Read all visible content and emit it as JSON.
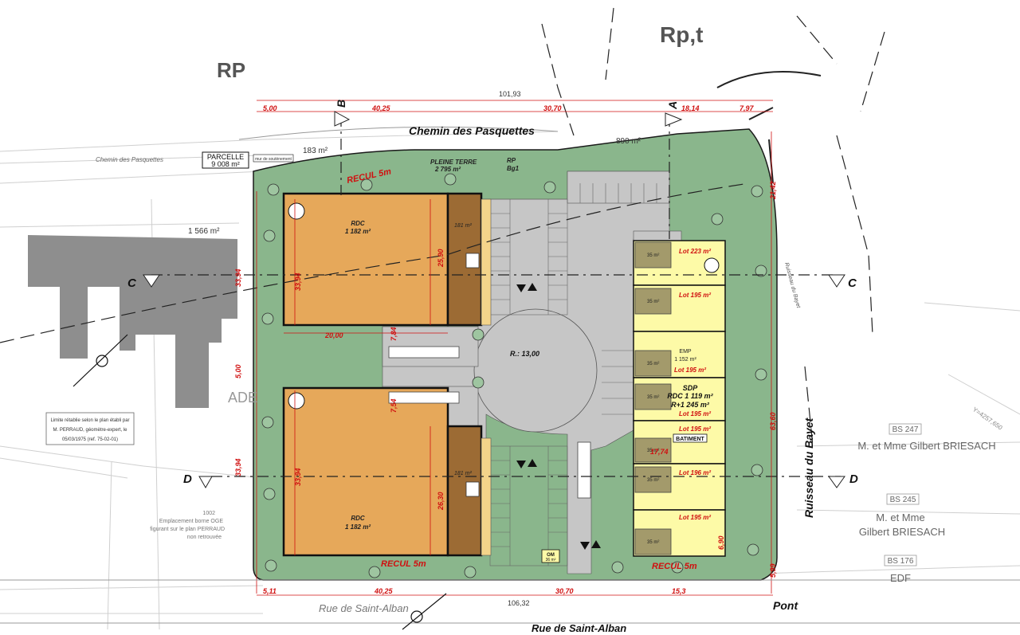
{
  "zones": {
    "rp": "RP",
    "rpt": "Rp,t"
  },
  "roads": {
    "north_street": "Chemin des Pasquettes",
    "north_street_small": "Chemin des Pasquettes",
    "south_street": "Rue de Saint-Alban",
    "south_street_italic": "Rue   de   Saint-Alban",
    "bridge": "Pont",
    "stream": "Ruisseau du Bayet",
    "stream_small": "Ruisseau du Bayet"
  },
  "parcel": {
    "label": "PARCELLE",
    "area": "9 008 m²",
    "side_note": "mur de soutènement"
  },
  "areas": {
    "a183": "183 m²",
    "a890": "890 m²",
    "a1566": "1 566 m²",
    "pleine_terre_label": "PLEINE TERRE",
    "pleine_terre_area": "2 795 m²",
    "rp_bg1": "RP",
    "bg1": "Bg1"
  },
  "setbacks": {
    "recul_north": "RECUL 5m",
    "recul_south_left": "RECUL 5m",
    "recul_south_right": "RECUL 5m"
  },
  "buildings": {
    "north": {
      "label": "RDC",
      "area": "1 182 m²",
      "annex": "181 m²",
      "dim_w": "20,00",
      "dim_h": "33,94",
      "dim_h2": "25,90",
      "dim_small": "7,84"
    },
    "south": {
      "label": "RDC",
      "area": "1 182 m²",
      "annex": "181 m²",
      "dim_h": "33,94",
      "dim_h2": "26,30",
      "dim_small": "7,54"
    }
  },
  "roundabout": {
    "radius": "R.: 13,00"
  },
  "lots": [
    {
      "label": "Lot 223 m²",
      "unit": "35 m²"
    },
    {
      "label": "Lot 195 m²",
      "unit": "35 m²"
    },
    {
      "label": "Lot 195 m²",
      "unit": "35 m²"
    },
    {
      "label": "Lot 195 m²",
      "unit": "35 m²"
    },
    {
      "label": "Lot 195 m²",
      "unit": "35 m²"
    },
    {
      "label": "Lot 196 m²",
      "unit": "35 m²"
    },
    {
      "label": "Lot 195 m²",
      "unit": "35 m²"
    }
  ],
  "emprise": {
    "label": "EMP",
    "area": "1 152 m²"
  },
  "sdp": {
    "label": "SDP",
    "rdc": "RDC 1 119 m²",
    "r1": "R+1 245 m²",
    "batiment": "BATIMENT"
  },
  "dimensions": {
    "total_top": "101,93",
    "d500": "5,00",
    "d4025": "40,25",
    "d3070": "30,70",
    "d1814": "18,14",
    "d797": "7,97",
    "bottom_total": "106,32",
    "b511": "5,11",
    "b4025": "40,25",
    "b870": "30,70",
    "b15": "15,3",
    "right_2142": "21,42",
    "right_6360": "63,60",
    "right_599": "5,99",
    "left_3394": "33,94",
    "left_500": "5,00",
    "left_3394b": "33,94",
    "h1774": "17,74",
    "d690": "6,90"
  },
  "sections": {
    "a": "A",
    "b": "B",
    "c": "C",
    "d": "D"
  },
  "neighbors": {
    "bs247": "BS 247",
    "owner1": "M. et Mme Gilbert BRIESACH",
    "bs245": "BS 245",
    "owner2a": "M. et Mme",
    "owner2b": "Gilbert BRIESACH",
    "bs176": "BS 176",
    "edf": "EDF",
    "coord": "Y=4257,650"
  },
  "notes": {
    "limit1": "Limite rétablie selon le plan établi par",
    "limit2": "M. PERRAUD, géomètre-expert, le",
    "limit3": "05/03/1975 (ref. 75-02-01)",
    "borne1": "1002",
    "borne2": "Emplacement borne OGE",
    "borne3": "figurant sur le plan PERRAUD",
    "borne4": "non retrouvée",
    "ade": "ADE",
    "om_label": "OM",
    "om_area": "36 m²"
  },
  "colors": {
    "green": "#8ab68c",
    "orange": "#e6a85a",
    "brown": "#9c6b34",
    "yellow": "#fdfaa7",
    "olive": "#a39a6b",
    "asphalt": "#c6c6c6",
    "neighbor": "#8e8e8e",
    "red": "#d01010"
  }
}
